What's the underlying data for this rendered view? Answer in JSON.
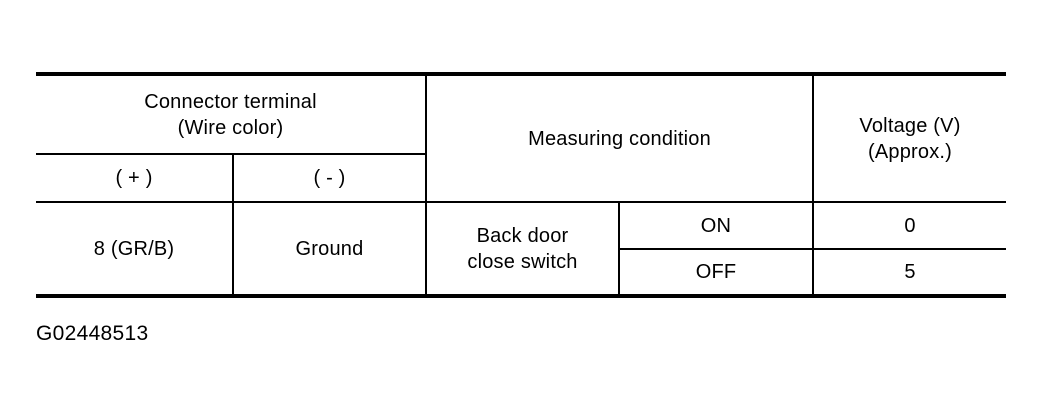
{
  "figure": {
    "caption": "G02448513"
  },
  "table": {
    "headers": {
      "connector_terminal": "Connector terminal\n(Wire color)",
      "polarity_positive": "( + )",
      "polarity_negative": "( - )",
      "measuring_condition": "Measuring condition",
      "voltage": "Voltage (V)\n(Approx.)"
    },
    "rows": [
      {
        "terminal": "8 (GR/B)",
        "ground": "Ground",
        "condition": "Back door\nclose switch",
        "states": [
          {
            "state": "ON",
            "voltage": "0"
          },
          {
            "state": "OFF",
            "voltage": "5"
          }
        ]
      }
    ]
  },
  "style": {
    "ink": "#000000",
    "paper": "#ffffff"
  }
}
